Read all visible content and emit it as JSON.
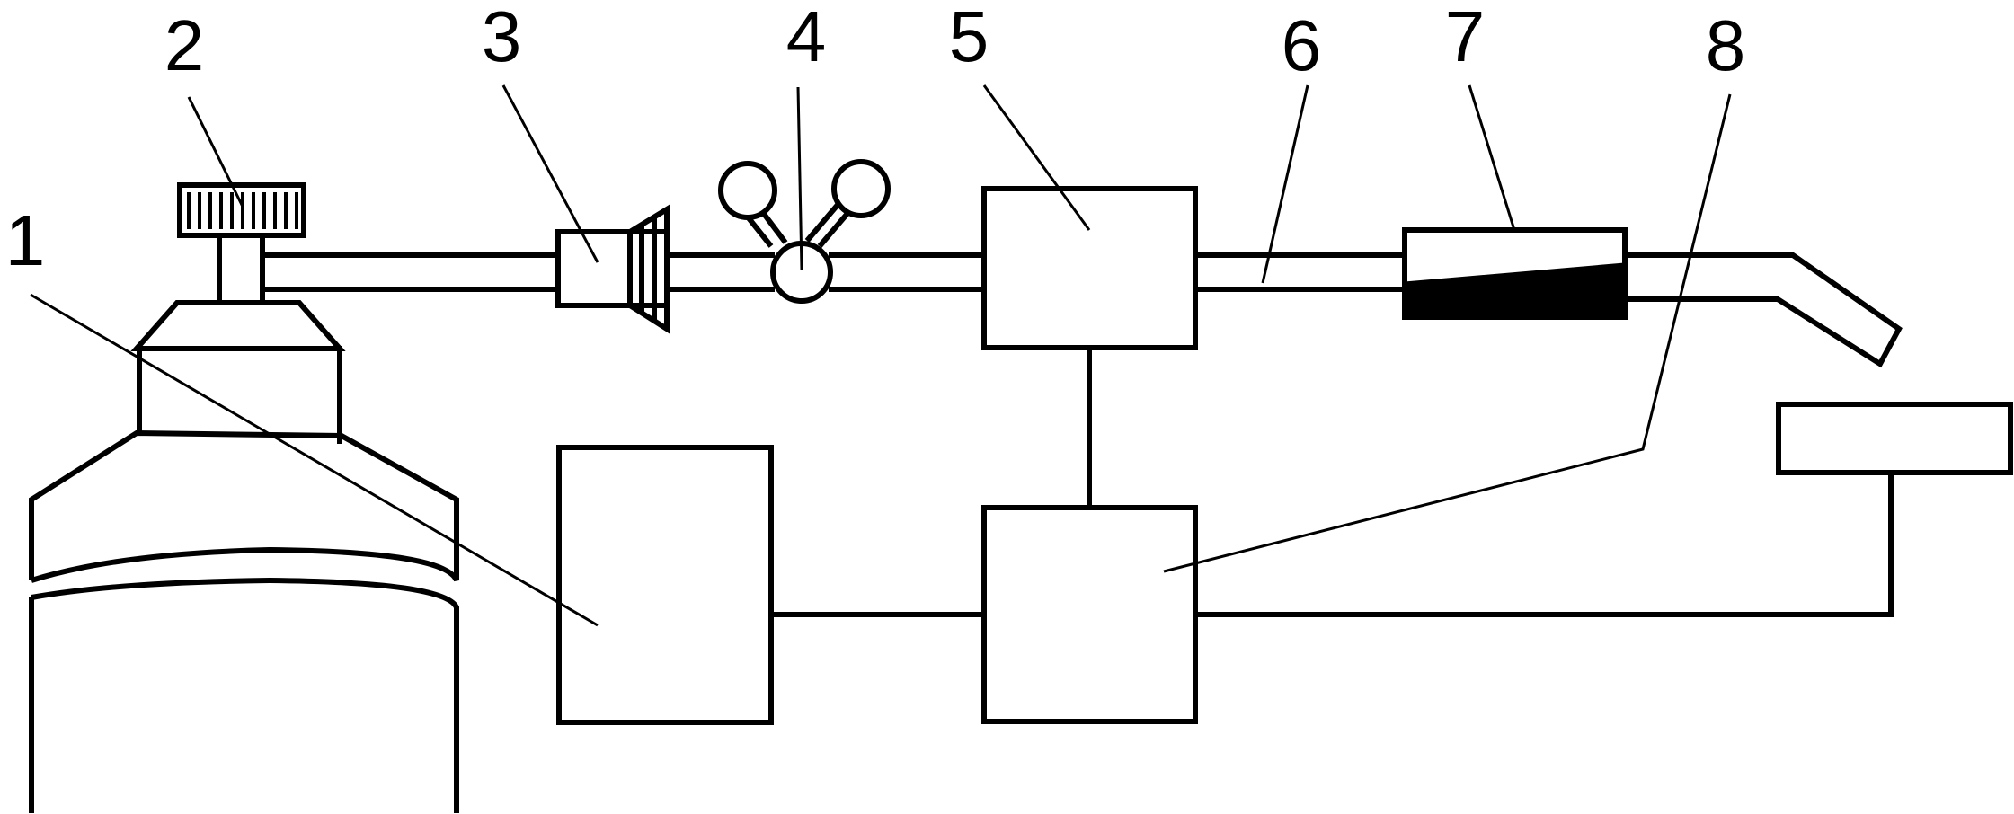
{
  "diagram": {
    "callouts": [
      "1",
      "2",
      "3",
      "4",
      "5",
      "6",
      "7",
      "8"
    ]
  },
  "colors": {
    "stroke": "#000000",
    "background": "#ffffff"
  }
}
